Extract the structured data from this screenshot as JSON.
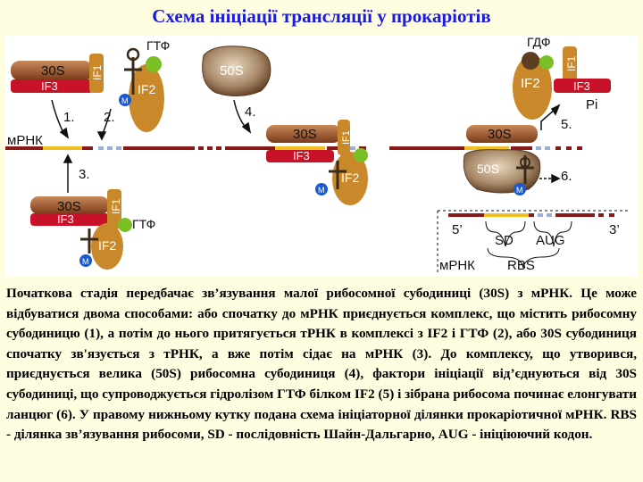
{
  "title": "Схема ініціації трансляції у прокаріотів",
  "diagram": {
    "labels": {
      "s30": "30S",
      "s50": "50S",
      "if1": "IF1",
      "if2": "IF2",
      "if3": "IF3",
      "gtp": "ГТФ",
      "gdp": "ГДФ",
      "pi": "Pi",
      "m": "M",
      "mrna": "мРНК",
      "five_prime": "5’",
      "three_prime": "3’",
      "sd": "SD",
      "aug": "AUG",
      "rbs": "RBS"
    },
    "steps": [
      "1.",
      "2.",
      "3.",
      "4.",
      "5.",
      "6."
    ]
  },
  "description": "Початкова стадія передбачає зв’язування малої рибосомної субодиниці (30S) з мРНК. Це може відбуватися двома способами: або спочатку до мРНК приєднується комплекс, що містить рибосомну субодиницю (1), а потім до нього притягується тРНК в комплексі з IF2 і ГТФ (2), або 30S субодиниця спочатку зв'язується з тРНК, а вже потім сідає на мРНК (3). До комплексу, що утворився, приєднується велика (50S) рибосомна субодиниця (4), фактори ініціації від’єднуються від 30S субодиниці, що супроводжується гідролізом ГТФ білком IF2 (5) і зібрана рибосома починає елонгувати ланцюг (6). У правому нижньому кутку подана схема ініціаторної ділянки прокаріотичної мРНК. RBS - ділянка зв’язування рибосоми, SD - послідовність Шайн-Дальгарно, AUG - ініціюючий кодон.",
  "colors": {
    "title": "#1a1adc",
    "s30_fill": "#9a5a38",
    "if3_fill": "#c8122a",
    "if_factor": "#c9882a",
    "trna": "#3a2a1a",
    "gtp_ball": "#7ac024",
    "met_ball": "#1a5acc",
    "mrna_dark": "#8a1a1a",
    "mrna_yellow": "#f0c020",
    "mrna_blue": "#9ab0d8",
    "ribo50": "#8a6a4a"
  }
}
